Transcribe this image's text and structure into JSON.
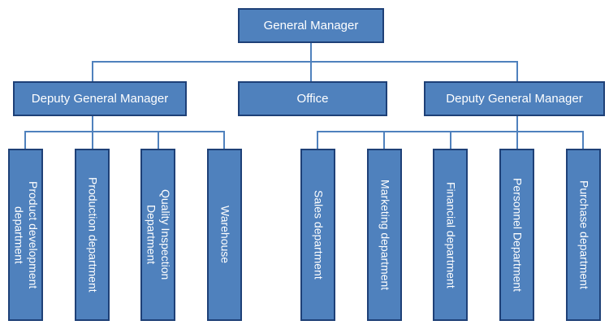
{
  "org_chart": {
    "type": "organization-chart",
    "root": {
      "label": "General Manager"
    },
    "level2": [
      {
        "label": "Deputy General Manager"
      },
      {
        "label": "Office"
      },
      {
        "label": "Deputy General Manager"
      }
    ],
    "left_departments": [
      {
        "label": "Product development department"
      },
      {
        "label": "Production department"
      },
      {
        "label": "Quality Inspection Department"
      },
      {
        "label": "Warehouse"
      }
    ],
    "right_departments": [
      {
        "label": "Sales department"
      },
      {
        "label": "Marketing department"
      },
      {
        "label": "Financial department"
      },
      {
        "label": "Personnel Department"
      },
      {
        "label": "Purchase department"
      }
    ],
    "colors": {
      "box_fill": "#4F81BD",
      "box_border": "#1E4077",
      "connector": "#4F81BD",
      "text": "#FFFFFF",
      "background": "#FFFFFF"
    }
  }
}
